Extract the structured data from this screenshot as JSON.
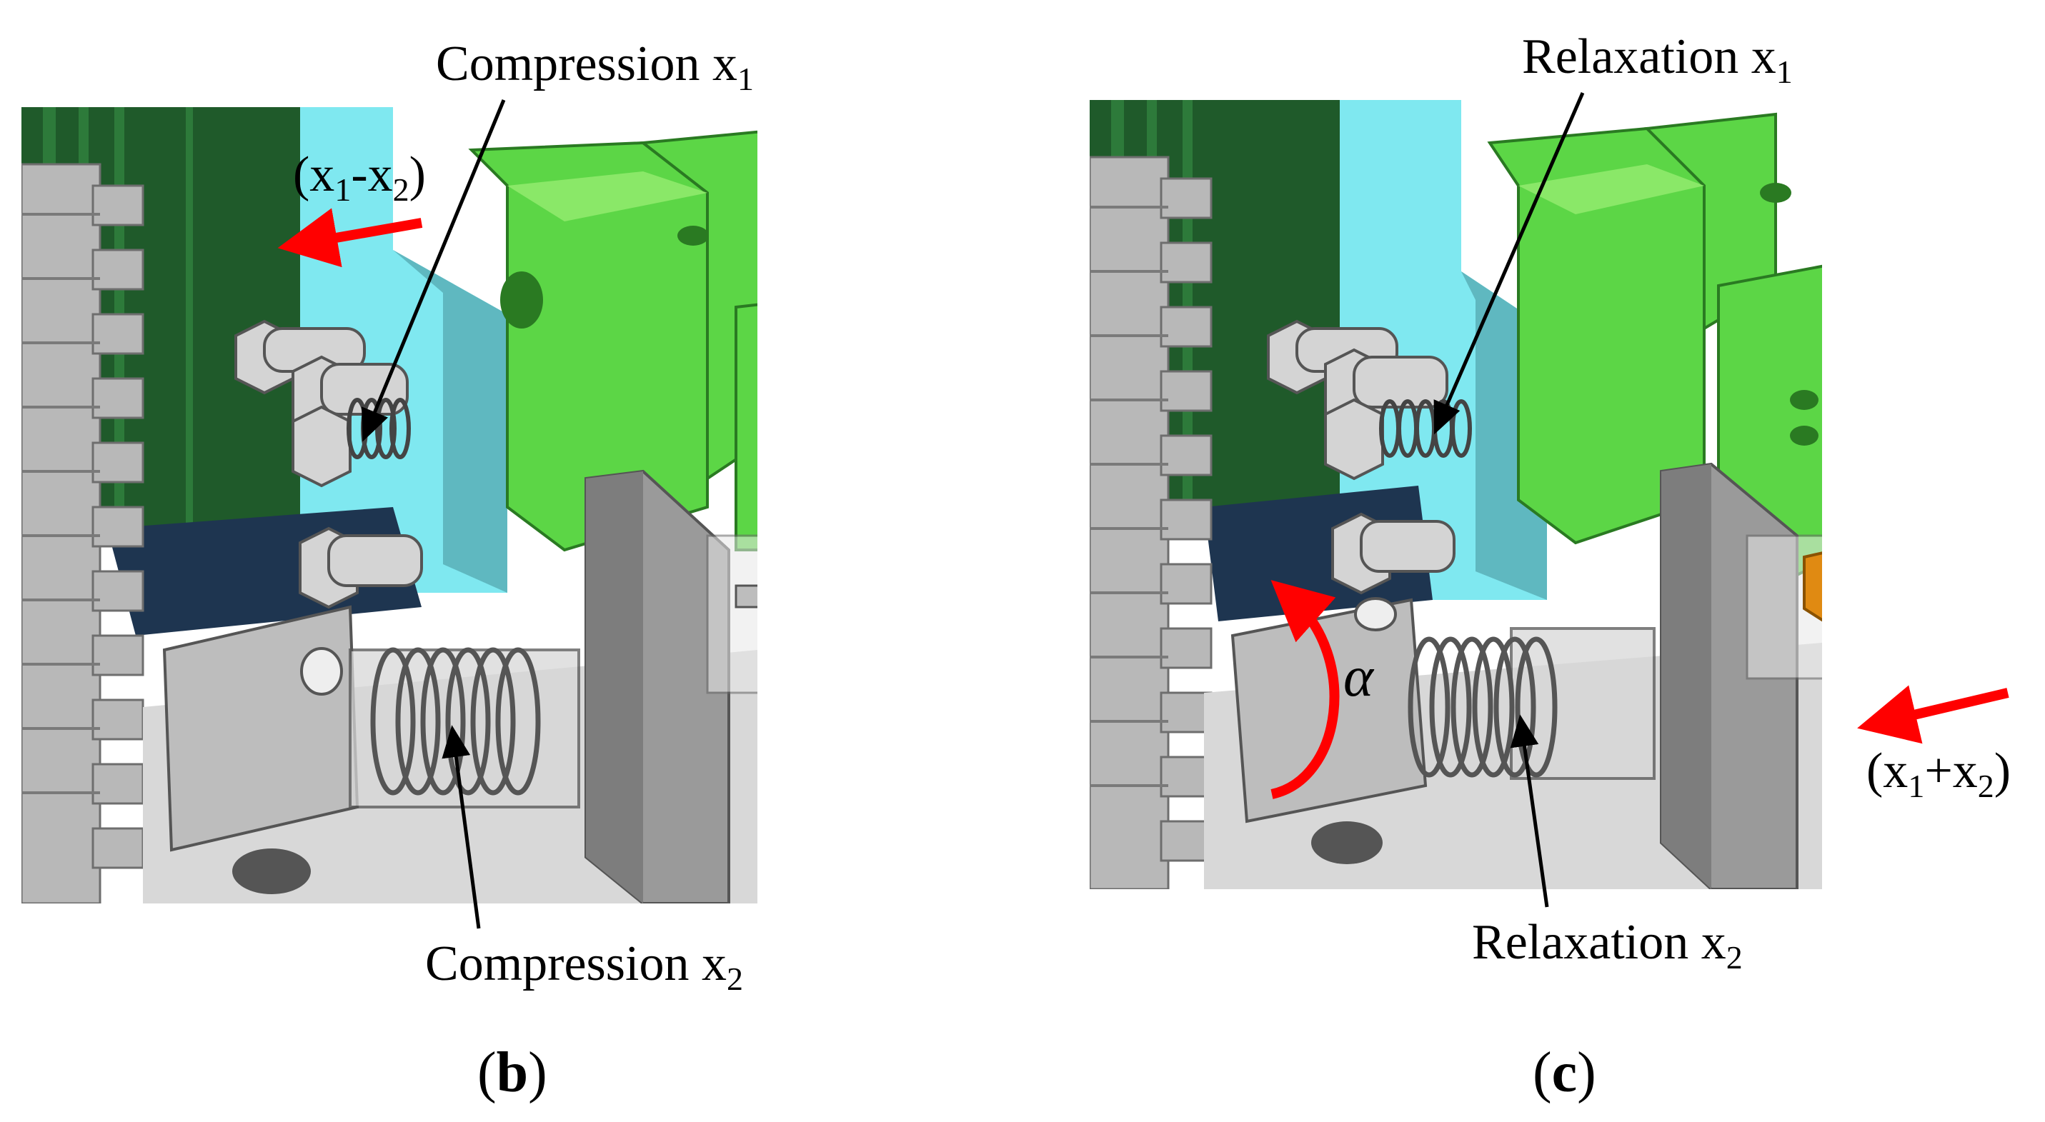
{
  "panel_b": {
    "label_top_prefix": "Compression x",
    "label_top_sub": "1",
    "arrow_label": {
      "open": "(x",
      "s1": "1",
      "mid": "-x",
      "s2": "2",
      "close": ")"
    },
    "label_bottom_prefix": "Compression x",
    "label_bottom_sub": "2",
    "caption": {
      "open": "(",
      "letter": "b",
      "close": ")"
    }
  },
  "panel_c": {
    "label_top_prefix": "Relaxation x",
    "label_top_sub": "1",
    "arrow_label": {
      "open": "(x",
      "s1": "1",
      "mid": "+x",
      "s2": "2",
      "close": ")"
    },
    "angle_symbol": "α",
    "label_bottom_prefix": "Relaxation x",
    "label_bottom_sub": "2",
    "caption": {
      "open": "(",
      "letter": "c",
      "close": ")"
    }
  },
  "colors": {
    "gear": "#b8b8b8",
    "dark_green": "#1f5a2a",
    "bright_green": "#5cd646",
    "cyan": "#7fe8f0",
    "navy": "#1e3550",
    "gray_part": "#c9c9c9",
    "orange_nut": "#e08a12",
    "red_arrow": "#ff0000"
  }
}
